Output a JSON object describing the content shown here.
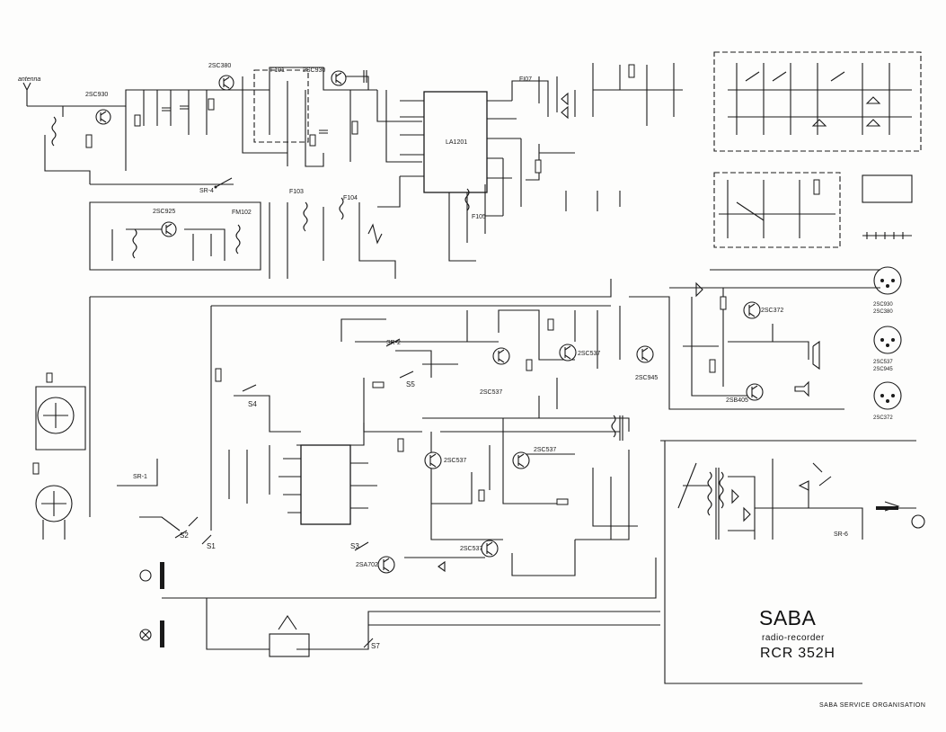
{
  "titleblock": {
    "brand": "SABA",
    "subtitle": "radio-recorder",
    "model": "RCR 352H",
    "footer": "SABA SERVICE ORGANISATION"
  },
  "transistors": {
    "rf_amp": "2SC930",
    "mixer": "2SC380",
    "if_amp": "2SC930",
    "osc": "2SC925",
    "pre1": "2SC537",
    "pre2": "2SC537",
    "pre3": "2SC537",
    "drv": "2SC945",
    "out_npn": "2SC372",
    "out_pnp": "2SB405",
    "rec1": "2SC537",
    "rec2": "2SC537",
    "osc_bias": "2SC537",
    "mute": "2SA702"
  },
  "ics": {
    "if_ic": "LA1201"
  },
  "filters": {
    "cf1": "F101",
    "cf2": "F103",
    "cf3": "F104",
    "cf4": "F105",
    "cf5": "FM102",
    "ic_label": "FI07"
  },
  "switches": {
    "sr1": "SR-1",
    "sr2": "SR-2",
    "sr4": "SR-4",
    "sr6": "SR-6",
    "s1": "S1",
    "s2": "S2",
    "s3": "S3",
    "s4": "S4",
    "s5": "S5",
    "s7": "S7"
  },
  "pinouts": [
    "2SC930",
    "2SC380",
    "2SC537",
    "2SC945",
    "2SC372"
  ]
}
